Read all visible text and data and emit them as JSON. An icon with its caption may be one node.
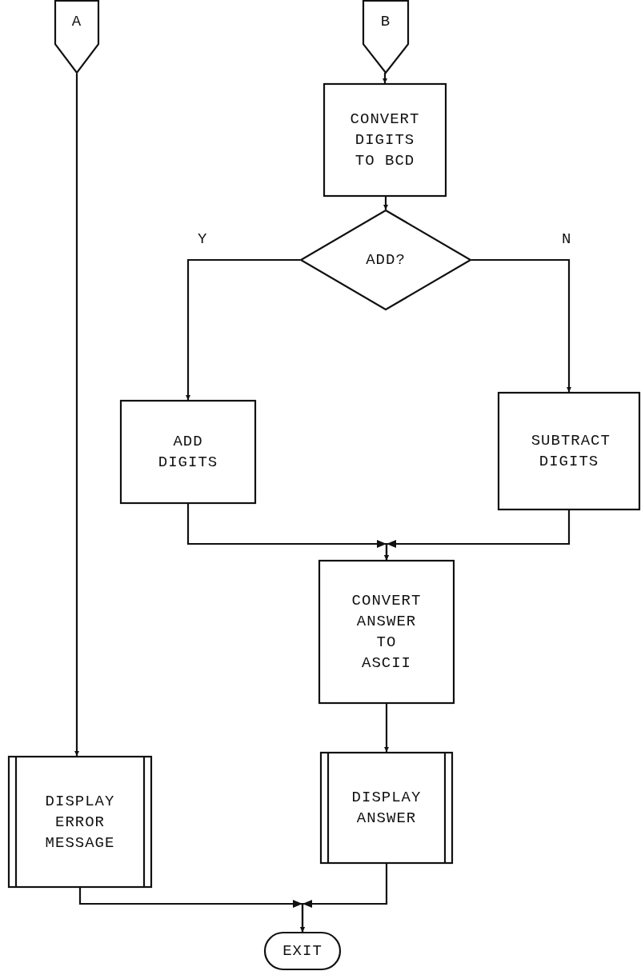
{
  "diagram": {
    "nodes": [
      {
        "text": [
          "A"
        ]
      },
      {
        "text": [
          "B"
        ]
      },
      {
        "text": [
          "CONVERT DIGITS TO BCD"
        ]
      },
      {
        "text": [
          "ADD?"
        ]
      },
      {
        "text": [
          "ADD DIGITS"
        ]
      },
      {
        "text": [
          "SUBTRACT DIGITS"
        ]
      },
      {
        "text": [
          "CONVERT ANSWER TO ASCII"
        ]
      },
      {
        "text": [
          "DISPLAY ERROR MESSAGE"
        ]
      },
      {
        "text": [
          "DISPLAY ANSWER"
        ]
      },
      {
        "text": [
          "EXIT"
        ]
      }
    ],
    "edges": [
      {
        "from": 0,
        "to": 7,
        "arrow": "to"
      },
      {
        "from": 1,
        "to": 2,
        "arrow": "to"
      },
      {
        "from": 2,
        "to": 3,
        "arrow": "to"
      },
      {
        "from": 3,
        "to": 4,
        "arrow": "to",
        "label": "Y"
      },
      {
        "from": 3,
        "to": 5,
        "arrow": "to",
        "label": "N"
      },
      {
        "from": 4,
        "to": 6,
        "arrow": "to"
      },
      {
        "from": 5,
        "to": 6,
        "arrow": "to"
      },
      {
        "from": 6,
        "to": 8,
        "arrow": "to"
      },
      {
        "from": 7,
        "to": 9,
        "arrow": "to"
      },
      {
        "from": 8,
        "to": 9,
        "arrow": "to"
      }
    ]
  }
}
